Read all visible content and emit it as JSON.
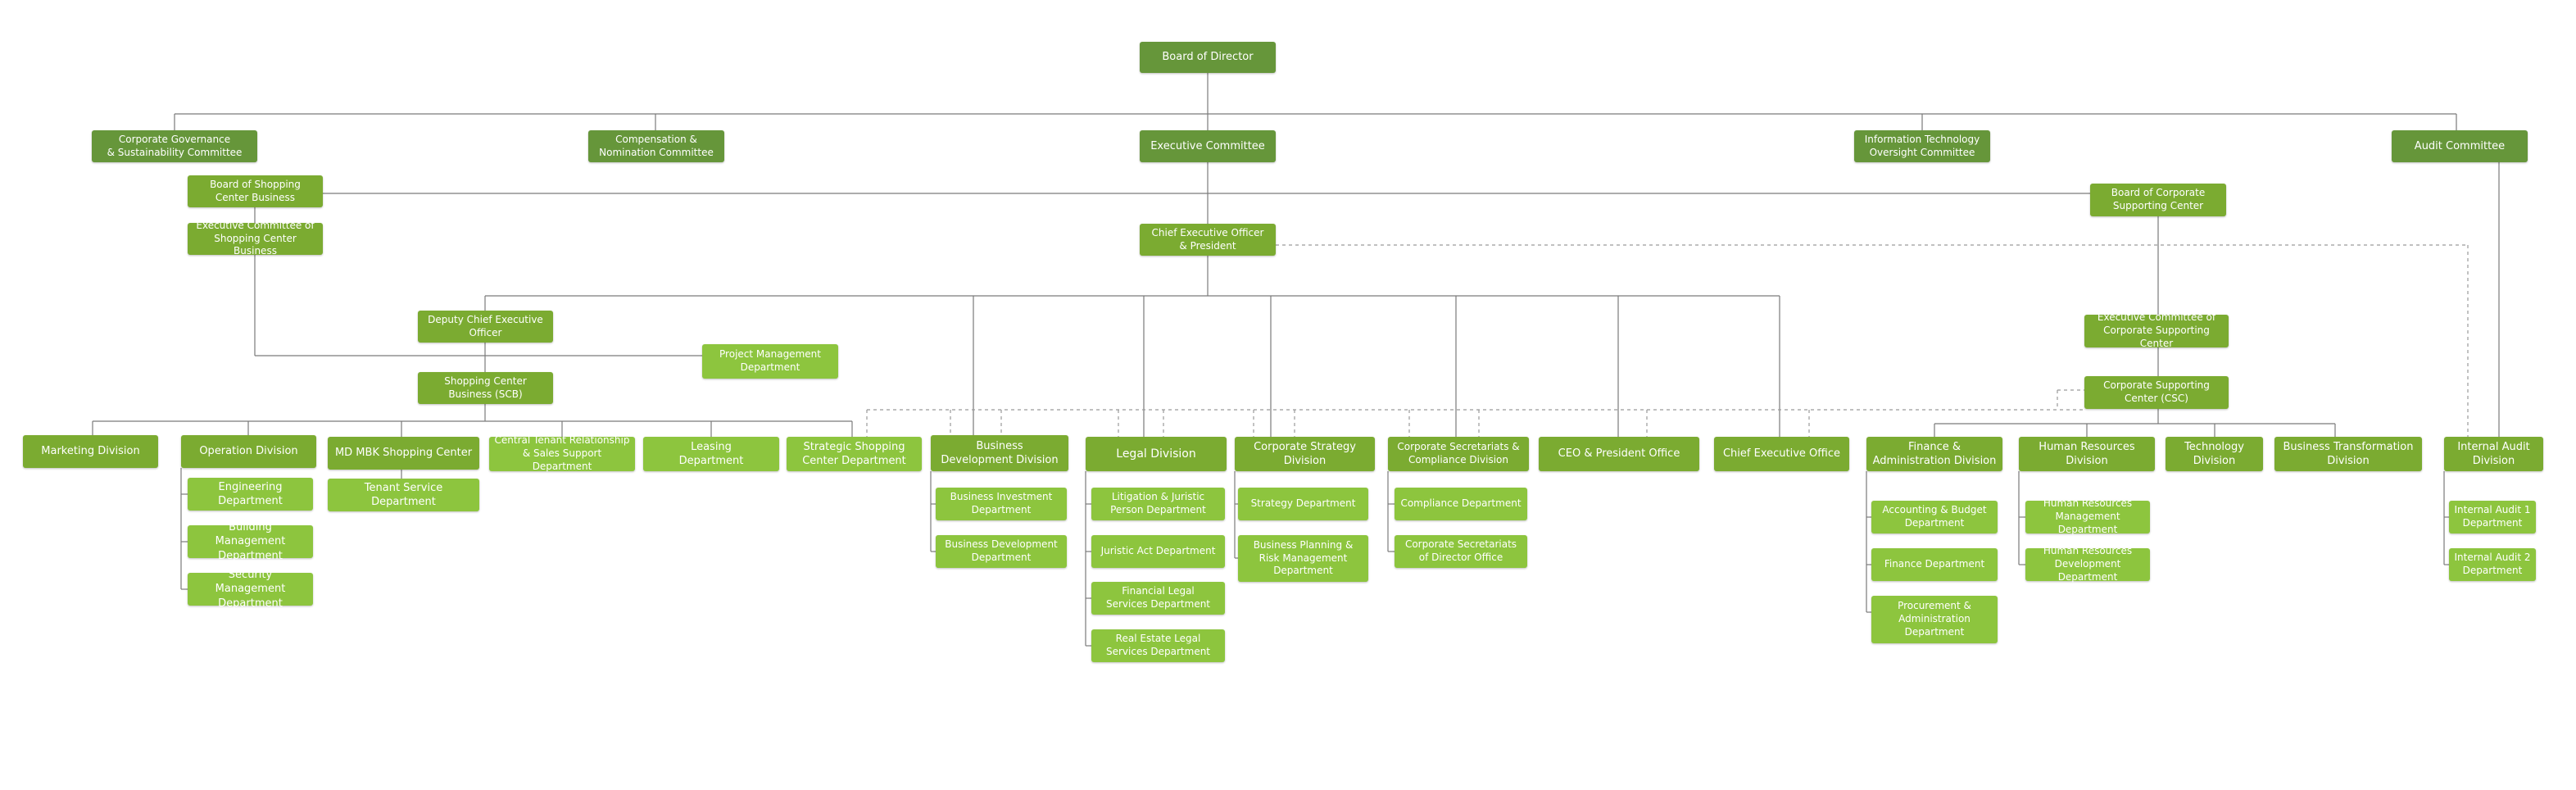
{
  "colors": {
    "dark": "#66963a",
    "medium": "#7bab31",
    "light": "#8dc53e",
    "line": "#7a7a7a"
  },
  "nodes": {
    "board": "Board of Director",
    "cgsc": "Corporate Governance\n& Sustainability Committee",
    "cnc": "Compensation &\nNomination Committee",
    "exec_committee": "Executive Committee",
    "itoc": "Information Technology\nOversight Committee",
    "audit_committee": "Audit Committee",
    "bscb": "Board of Shopping\nCenter Business",
    "ecscb": "Executive Committee of\nShopping Center Business",
    "ceo": "Chief Executive Officer\n& President",
    "bcsc": "Board of Corporate\nSupporting Center",
    "dceo": "Deputy Chief Executive\nOfficer",
    "pmd": "Project Management\nDepartment",
    "scb": "Shopping Center\nBusiness (SCB)",
    "eccsc": "Executive Committee of\nCorporate Supporting Center",
    "csc": "Corporate Supporting\nCenter (CSC)",
    "marketing": "Marketing Division",
    "operation": "Operation Division",
    "md_mbk": "MD MBK Shopping Center",
    "ctrss": "Central Tenant Relationship\n& Sales Support Department",
    "leasing": "Leasing\nDepartment",
    "sscd": "Strategic Shopping\nCenter Department",
    "bdd": "Business\nDevelopment Division",
    "legal": "Legal Division",
    "csd": "Corporate Strategy\nDivision",
    "cscd": "Corporate Secretariats &\nCompliance Division",
    "ceo_office": "CEO & President Office",
    "chief_exec_office": "Chief Executive Office",
    "fad": "Finance &\nAdministration Division",
    "hrd": "Human Resources\nDivision",
    "tech": "Technology\nDivision",
    "btd": "Business Transformation\nDivision",
    "iad": "Internal Audit\nDivision",
    "engineering": "Engineering\nDepartment",
    "building_mgmt": "Building Management\nDepartment",
    "security_mgmt": "Security Management\nDepartment",
    "tenant_service": "Tenant Service Department",
    "bid": "Business Investment\nDepartment",
    "bdept": "Business Development\nDepartment",
    "litigation": "Litigation & Juristic\nPerson Department",
    "juristic_act": "Juristic Act Department",
    "financial_legal": "Financial Legal\nServices Department",
    "real_estate": "Real Estate Legal\nServices Department",
    "strategy_dept": "Strategy Department",
    "bprm": "Business Planning &\nRisk Management\nDepartment",
    "compliance": "Compliance Department",
    "cs_office": "Corporate Secretariats\nof Director Office",
    "abd": "Accounting & Budget\nDepartment",
    "finance_dept": "Finance Department",
    "procurement": "Procurement &\nAdministration\nDepartment",
    "hrm": "Human Resources\nManagement Department",
    "hrdev": "Human Resources\nDevelopment Department",
    "ia1": "Internal Audit 1\nDepartment",
    "ia2": "Internal Audit 2\nDepartment"
  }
}
